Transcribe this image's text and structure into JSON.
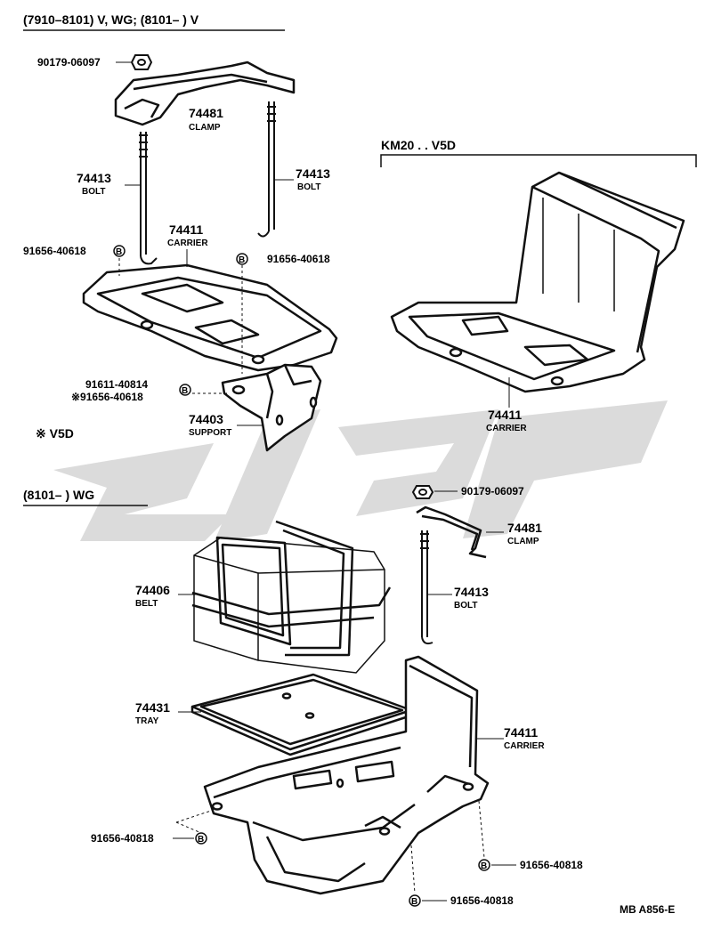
{
  "header": {
    "range_text": "(7910–8101) V, WG; (8101–          ) V",
    "km_text": "KM20 . . V5D",
    "wg_text": "(8101–          ) WG",
    "v5d_text": "※ V5D"
  },
  "parts": {
    "nut_top": "90179-06097",
    "clamp_top_num": "74481",
    "clamp_top_cap": "CLAMP",
    "bolt_left_num": "74413",
    "bolt_left_cap": "BOLT",
    "bolt_right_num": "74413",
    "bolt_right_cap": "BOLT",
    "carrier_top_num": "74411",
    "carrier_top_cap": "CARRIER",
    "b_left": "91656-40618",
    "b_right": "91656-40618",
    "bolt_sup_1": "91611-40814",
    "bolt_sup_2": "※91656-40618",
    "support_num": "74403",
    "support_cap": "SUPPORT",
    "carrier_km_num": "74411",
    "carrier_km_cap": "CARRIER",
    "nut_mid": "90179-06097",
    "clamp_mid_num": "74481",
    "clamp_mid_cap": "CLAMP",
    "bolt_mid_num": "74413",
    "bolt_mid_cap": "BOLT",
    "belt_num": "74406",
    "belt_cap": "BELT",
    "tray_num": "74431",
    "tray_cap": "TRAY",
    "carrier_bot_num": "74411",
    "carrier_bot_cap": "CARRIER",
    "b_bot_left": "91656-40818",
    "b_bot_right": "91656-40818",
    "b_bot_mid": "91656-40818",
    "b_symbol": "B"
  },
  "footer": {
    "ref": "MB  A856-E"
  }
}
